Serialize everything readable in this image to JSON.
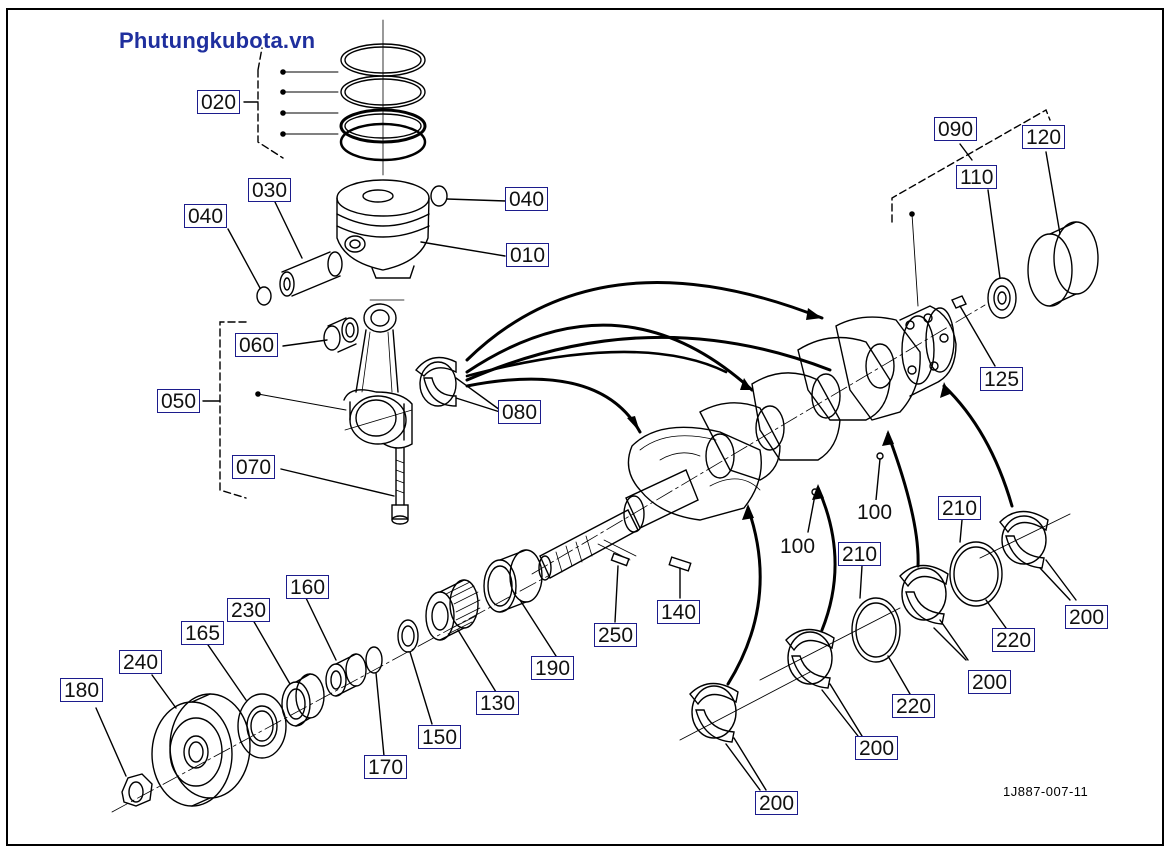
{
  "watermark": "Phutungkubota.vn",
  "drawing_code": "1J887-007-11",
  "callouts": [
    {
      "id": "020",
      "label": "020"
    },
    {
      "id": "030",
      "label": "030"
    },
    {
      "id": "040a",
      "label": "040"
    },
    {
      "id": "040b",
      "label": "040"
    },
    {
      "id": "010",
      "label": "010"
    },
    {
      "id": "060",
      "label": "060"
    },
    {
      "id": "050",
      "label": "050"
    },
    {
      "id": "080",
      "label": "080"
    },
    {
      "id": "070",
      "label": "070"
    },
    {
      "id": "090",
      "label": "090"
    },
    {
      "id": "110",
      "label": "110"
    },
    {
      "id": "120",
      "label": "120"
    },
    {
      "id": "125",
      "label": "125"
    },
    {
      "id": "100a",
      "label": "100"
    },
    {
      "id": "100b",
      "label": "100"
    },
    {
      "id": "210a",
      "label": "210"
    },
    {
      "id": "210b",
      "label": "210"
    },
    {
      "id": "200a",
      "label": "200"
    },
    {
      "id": "200b",
      "label": "200"
    },
    {
      "id": "200c",
      "label": "200"
    },
    {
      "id": "200d",
      "label": "200"
    },
    {
      "id": "220a",
      "label": "220"
    },
    {
      "id": "220b",
      "label": "220"
    },
    {
      "id": "140",
      "label": "140"
    },
    {
      "id": "250",
      "label": "250"
    },
    {
      "id": "190",
      "label": "190"
    },
    {
      "id": "130",
      "label": "130"
    },
    {
      "id": "150",
      "label": "150"
    },
    {
      "id": "170",
      "label": "170"
    },
    {
      "id": "160",
      "label": "160"
    },
    {
      "id": "230",
      "label": "230"
    },
    {
      "id": "165",
      "label": "165"
    },
    {
      "id": "240",
      "label": "240"
    },
    {
      "id": "180",
      "label": "180"
    }
  ]
}
